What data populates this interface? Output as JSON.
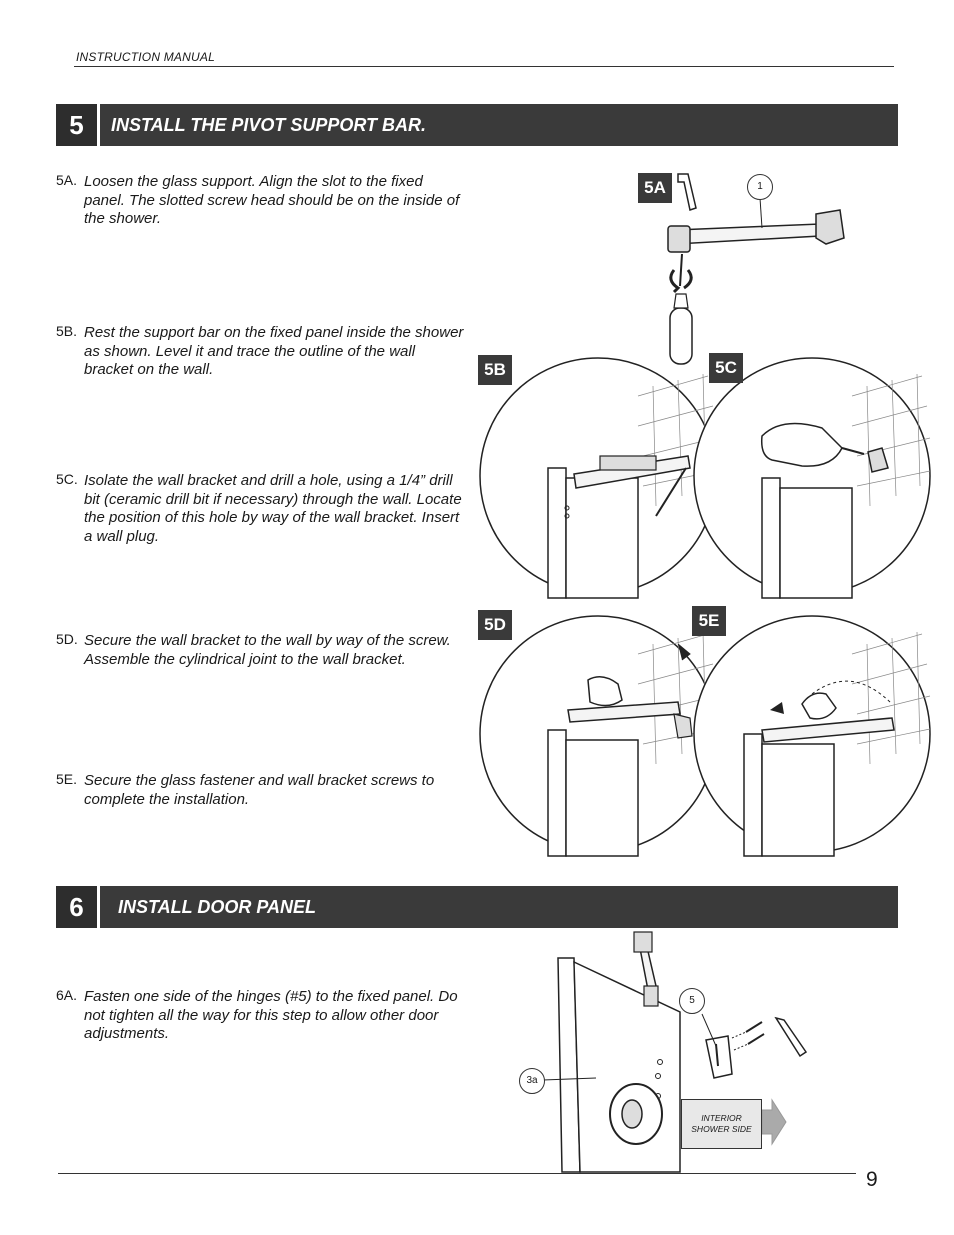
{
  "header": {
    "label": "INSTRUCTION MANUAL"
  },
  "section5": {
    "number": "5",
    "title": "INSTALL THE PIVOT SUPPORT BAR.",
    "steps": [
      {
        "label": "5A.",
        "text": "Loosen the glass support. Align the slot to the fixed panel. The slotted screw head should be on the inside of the shower."
      },
      {
        "label": "5B.",
        "text": "Rest the support bar on the fixed panel inside the shower as shown. Level it and trace the outline of the wall bracket on the wall."
      },
      {
        "label": "5C.",
        "text": "Isolate the wall bracket and drill a hole, using a 1/4” drill bit (ceramic drill bit if necessary) through the wall. Locate the position of this hole by way of the wall bracket. Insert a wall plug."
      },
      {
        "label": "5D.",
        "text": "Secure the wall bracket to the wall by way of the screw. Assemble the cylindrical joint to the wall bracket."
      },
      {
        "label": "5E.",
        "text": "Secure the glass fastener and wall bracket screws to complete the installation."
      }
    ],
    "figures": {
      "a": "5A",
      "b": "5B",
      "c": "5C",
      "d": "5D",
      "e": "5E"
    },
    "callouts": {
      "part1": "1"
    }
  },
  "section6": {
    "number": "6",
    "title": "INSTALL DOOR PANEL",
    "steps": [
      {
        "label": "6A.",
        "text": "Fasten one side of the hinges (#5) to the fixed panel. Do not tighten all the way for this step to allow other door adjustments."
      }
    ],
    "callouts": {
      "part5": "5",
      "part3a": "3a"
    },
    "interior_label": "INTERIOR SHOWER SIDE"
  },
  "footer": {
    "page_number": "9"
  },
  "colors": {
    "bar": "#3a3a3a",
    "number_box": "#2d2d2d",
    "text": "#1a1a1a"
  }
}
